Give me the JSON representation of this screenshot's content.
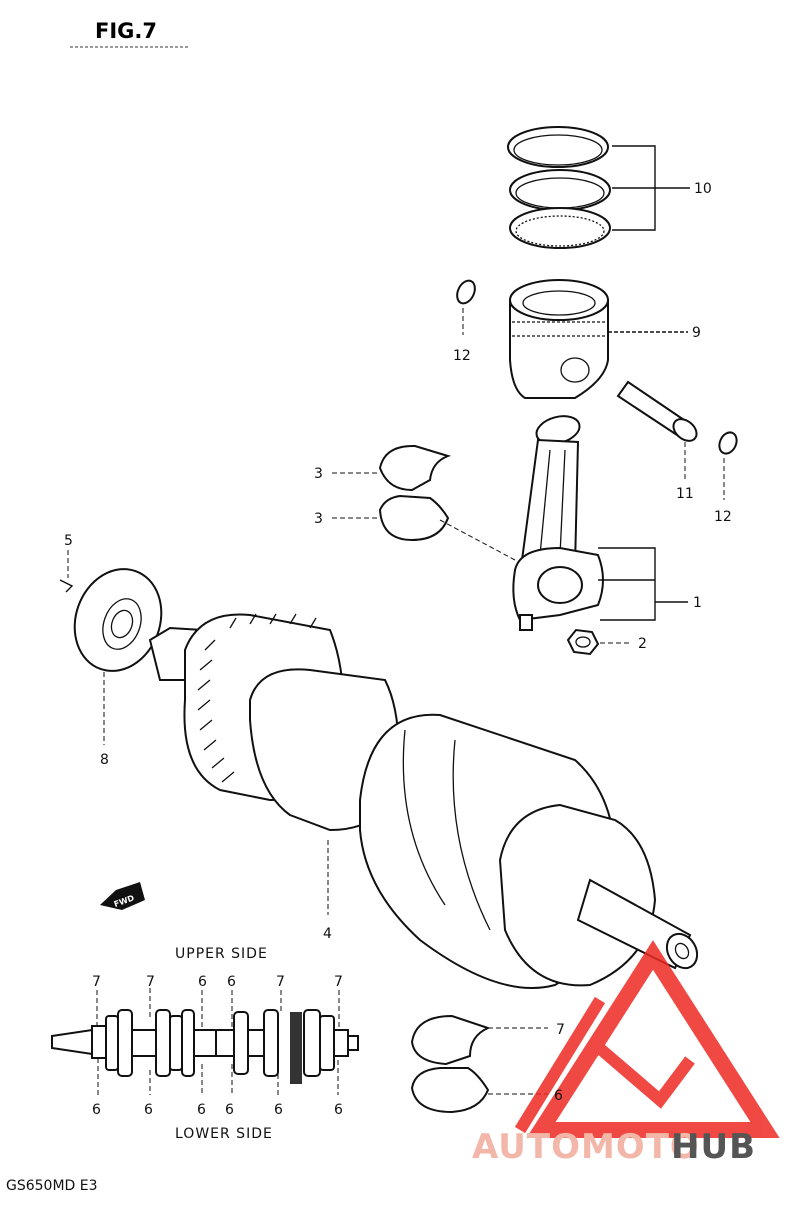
{
  "title": "FIG.7",
  "model": "GS650MD E3",
  "fwd": "FWD",
  "captions": {
    "upper": "UPPER SIDE",
    "lower": "LOWER SIDE"
  },
  "labels": {
    "n1": "1",
    "n2": "2",
    "n3a": "3",
    "n3b": "3",
    "n4": "4",
    "n5": "5",
    "n8": "8",
    "n9": "9",
    "n10": "10",
    "n11": "11",
    "n12a": "12",
    "n12b": "12",
    "n7b": "7",
    "n6b": "6"
  },
  "upper_marks": [
    "7",
    "7",
    "6",
    "6",
    "7",
    "7"
  ],
  "lower_marks": [
    "6",
    "6",
    "6",
    "6",
    "6",
    "6"
  ],
  "watermark": {
    "part1": "AUTOMOTO",
    "part2": "HUB",
    "color1": "#f2b7a8",
    "color2": "#555555",
    "logo_color": "#ee2a24"
  }
}
